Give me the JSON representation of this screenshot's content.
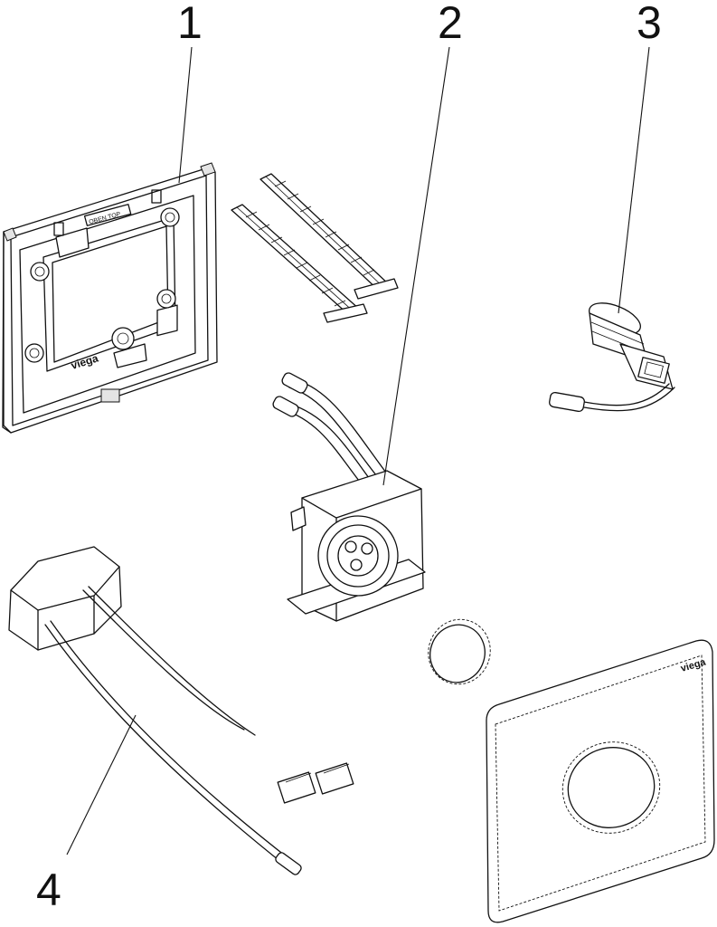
{
  "callouts": {
    "c1": "1",
    "c2": "2",
    "c3": "3",
    "c4": "4"
  },
  "frame": {
    "brand": "viega",
    "top_marking": "OBEN TOP"
  },
  "cover_plate": {
    "brand": "viega"
  }
}
